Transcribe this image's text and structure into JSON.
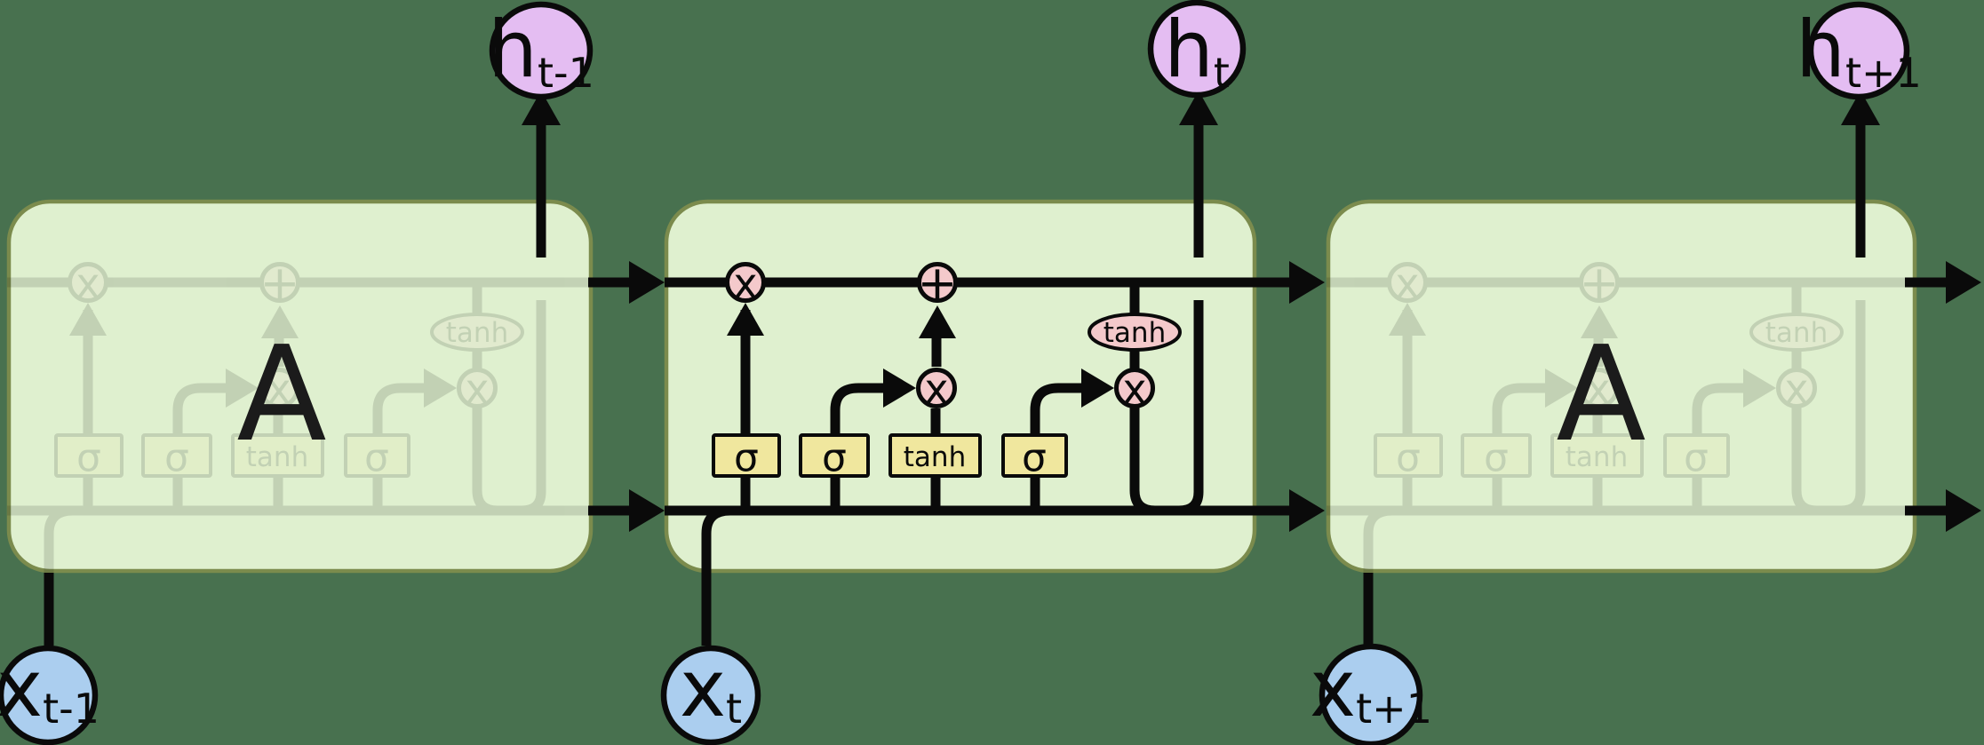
{
  "title": "LSTM recurrent neural network chain diagram",
  "colors": {
    "background": "#48714f",
    "cell_fill": "#dff0cf",
    "cell_border": "#7b8b4d",
    "line": "#0a0a0a",
    "gate_fill": "#f0e79e",
    "op_fill": "#f4c9cb",
    "hidden_fill": "#e4bdf2",
    "input_fill": "#abceef",
    "label_color": "#1b1b1b"
  },
  "cells": [
    {
      "id": "previous",
      "label": "A",
      "faded": true
    },
    {
      "id": "current",
      "label": "",
      "faded": false
    },
    {
      "id": "next",
      "label": "A",
      "faded": true
    }
  ],
  "gates": {
    "forget": "σ",
    "input": "σ",
    "candidate": "tanh",
    "output": "σ"
  },
  "ops": {
    "multiply": "x",
    "add": "+",
    "tanh": "tanh"
  },
  "nodes": {
    "h_prev": {
      "base": "h",
      "sub": "t-1"
    },
    "h_t": {
      "base": "h",
      "sub": "t"
    },
    "h_next": {
      "base": "h",
      "sub": "t+1"
    },
    "x_prev": {
      "base": "x",
      "sub": "t-1"
    },
    "x_t": {
      "base": "x",
      "sub": "t"
    },
    "x_next": {
      "base": "x",
      "sub": "t+1"
    }
  }
}
